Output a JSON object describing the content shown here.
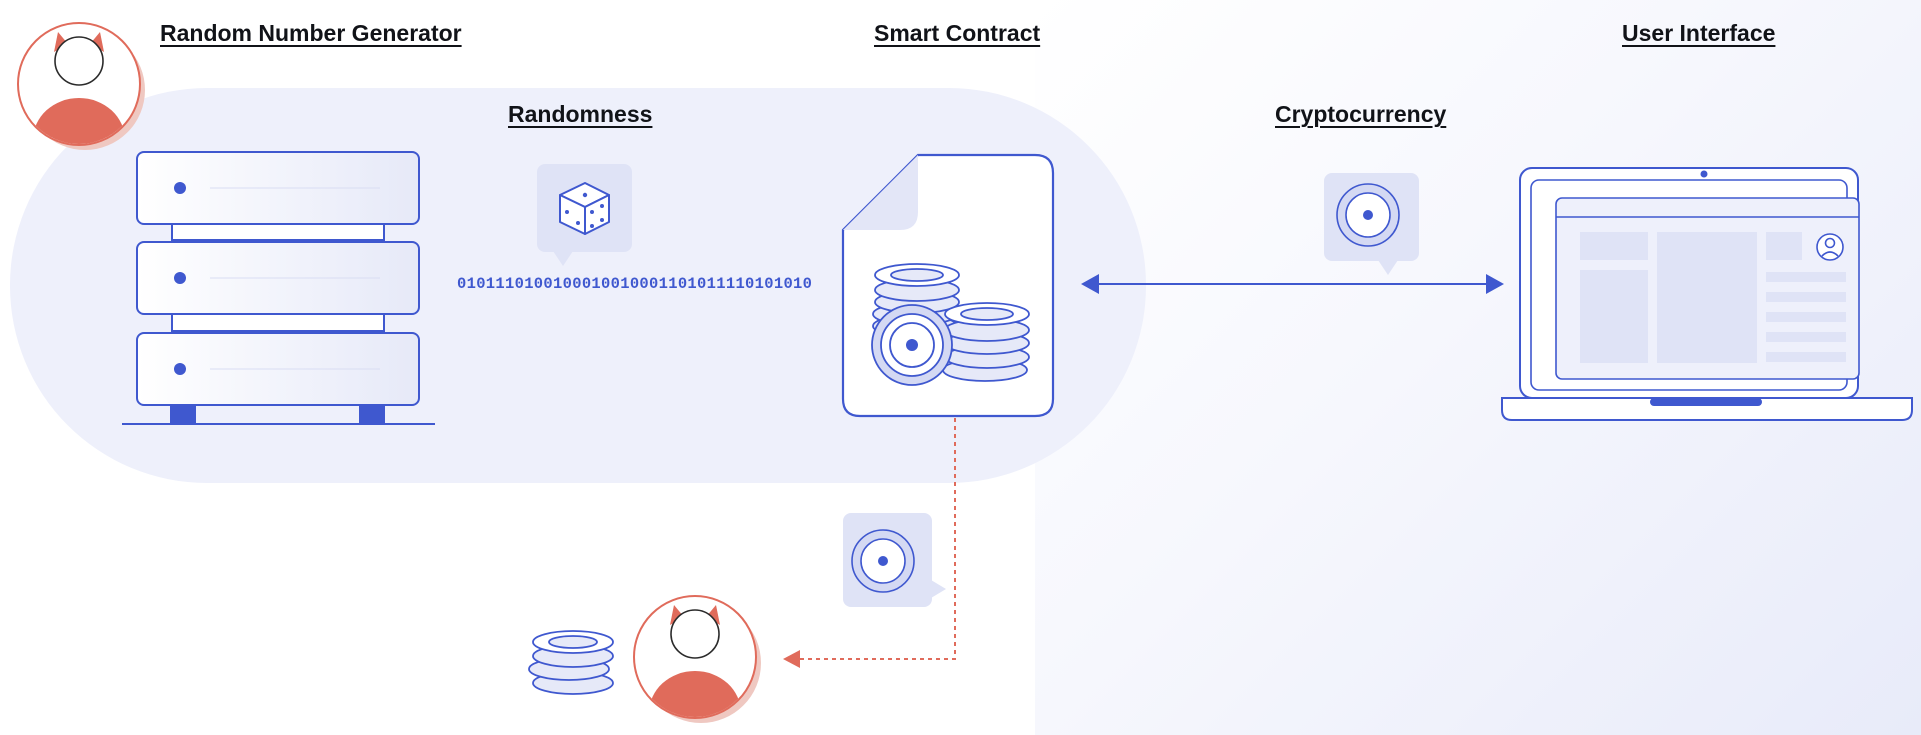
{
  "labels": {
    "rng": "Random Number Generator",
    "smart_contract": "Smart Contract",
    "user_interface": "User Interface",
    "randomness": "Randomness",
    "cryptocurrency": "Cryptocurrency"
  },
  "binary_stream": "0101110100100010010001101011110101010",
  "icons": [
    "user-avatar-icon",
    "server-rack-icon",
    "dice-icon",
    "contract-document-icon",
    "coin-stack-icon",
    "coin-icon",
    "laptop-icon",
    "winner-avatar-icon"
  ],
  "colors": {
    "accent": "#3f58cf",
    "panel": "#eef0fb",
    "avatar": "#e06b5b",
    "payout_line": "#e06b5b"
  }
}
